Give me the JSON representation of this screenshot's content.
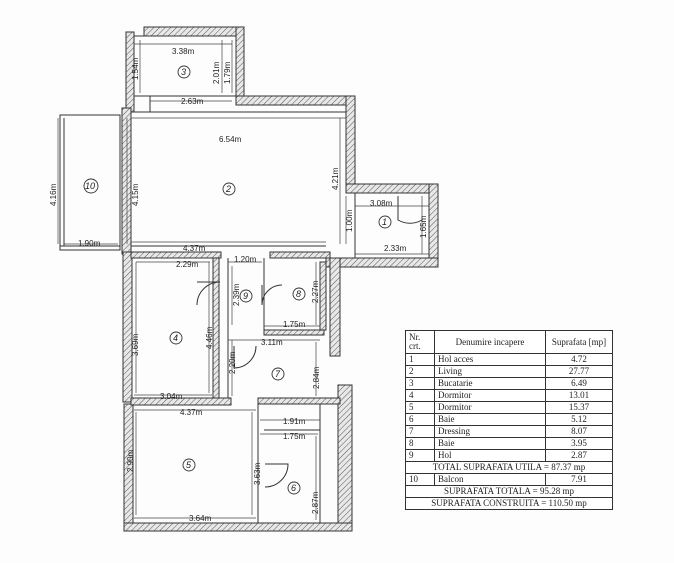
{
  "plan": {
    "dimensions": {
      "d_338": "3.38m",
      "d_154": "1.54m",
      "d_201": "2.01m",
      "d_179": "1.79m",
      "d_263": "2.63m",
      "d_654": "6.54m",
      "d_416": "4.16m",
      "d_415": "4.15m",
      "d_421": "4.21m",
      "d_308": "3.08m",
      "d_100": "1.00m",
      "d_165": "1.65m",
      "d_233": "2.33m",
      "d_190": "1.90m",
      "d_437a": "4.37m",
      "d_229": "2.29m",
      "d_120": "1.20m",
      "d_239": "2.39m",
      "d_227": "2.27m",
      "d_175a": "1.75m",
      "d_369": "3.69m",
      "d_446": "4.46m",
      "d_311": "3.11m",
      "d_220": "2.20m",
      "d_284": "2.84m",
      "d_304": "3.04m",
      "d_437b": "4.37m",
      "d_191": "1.91m",
      "d_175b": "1.75m",
      "d_290": "2.90m",
      "d_363": "3.63m",
      "d_287": "2.87m",
      "d_364": "3.64m"
    },
    "rooms": [
      "1",
      "2",
      "3",
      "4",
      "5",
      "6",
      "7",
      "8",
      "9",
      "10"
    ]
  },
  "legend": {
    "header": {
      "nr": "Nr. crt.",
      "name": "Denumire incapere",
      "area": "Suprafata [mp]"
    },
    "rows": [
      {
        "nr": "1",
        "name": "Hol acces",
        "area": "4.72"
      },
      {
        "nr": "2",
        "name": "Living",
        "area": "27.77"
      },
      {
        "nr": "3",
        "name": "Bucatarie",
        "area": "6.49"
      },
      {
        "nr": "4",
        "name": "Dormitor",
        "area": "13.01"
      },
      {
        "nr": "5",
        "name": "Dormitor",
        "area": "15.37"
      },
      {
        "nr": "6",
        "name": "Baie",
        "area": "5.12"
      },
      {
        "nr": "7",
        "name": "Dressing",
        "area": "8.07"
      },
      {
        "nr": "8",
        "name": "Baie",
        "area": "3.95"
      },
      {
        "nr": "9",
        "name": "Hol",
        "area": "2.87"
      }
    ],
    "total_util": "TOTAL SUPRAFATA UTILA = 87.37 mp",
    "balcon": {
      "nr": "10",
      "name": "Balcon",
      "area": "7.91"
    },
    "total": "SUPRAFATA TOTALA = 95.28 mp",
    "construita": "SUPRAFATA CONSTRUITA = 110.50 mp"
  }
}
